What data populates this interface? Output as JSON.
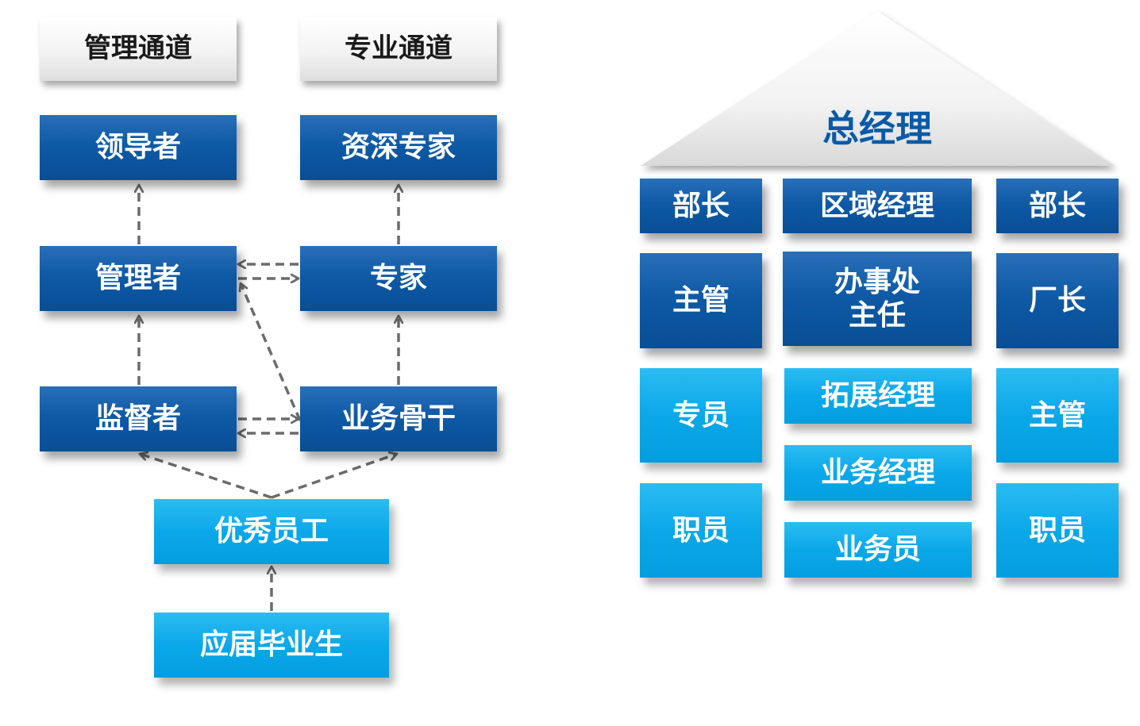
{
  "left": {
    "headers": {
      "management": "管理通道",
      "professional": "专业通道"
    },
    "management": {
      "leader": "领导者",
      "manager": "管理者",
      "supervisor": "监督者"
    },
    "professional": {
      "senior_expert": "资深专家",
      "expert": "专家",
      "backbone": "业务骨干"
    },
    "base": {
      "excellent_employee": "优秀员工",
      "graduate": "应届毕业生"
    }
  },
  "right": {
    "roof": "总经理",
    "left_col": [
      "部长",
      "主管",
      "专员",
      "职员"
    ],
    "mid_col": [
      "区域经理",
      "办事处\n主任",
      "拓展经理",
      "业务经理",
      "业务员"
    ],
    "right_col": [
      "部长",
      "厂长",
      "主管",
      "职员"
    ]
  },
  "colors": {
    "dark_blue": "#0f5aa6",
    "light_blue": "#0ba8e9",
    "arrow_gray": "#6b6b6b",
    "roof_text": "#0b5aa6"
  }
}
